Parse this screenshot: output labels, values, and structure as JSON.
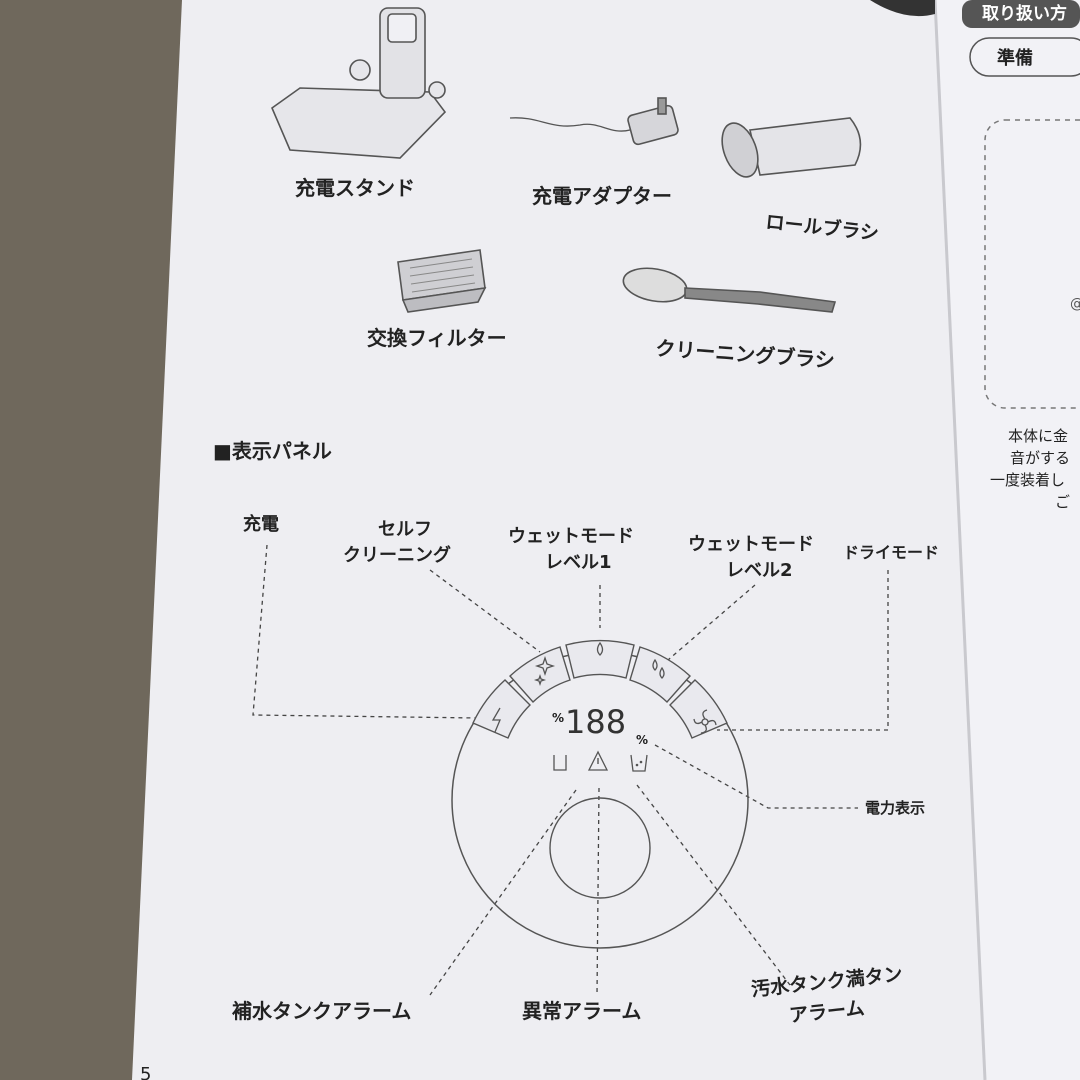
{
  "accessories": {
    "stand": "充電スタンド",
    "adapter": "充電アダプター",
    "roll_brush": "ロールブラシ",
    "filter": "交換フィルター",
    "cleaning_brush": "クリーニングブラシ"
  },
  "panel": {
    "heading": "■表示パネル",
    "digits": "188",
    "percent": "%",
    "labels": {
      "charge": "充電",
      "self_clean_1": "セルフ",
      "self_clean_2": "クリーニング",
      "wet1_1": "ウェットモード",
      "wet1_2": "レベル1",
      "wet2_1": "ウェットモード",
      "wet2_2": "レベル2",
      "dry": "ドライモード",
      "power": "電力表示",
      "water_alarm": "補水タンクアラーム",
      "error_alarm": "異常アラーム",
      "dirty_1": "汚水タンク満タン",
      "dirty_2": "アラーム"
    }
  },
  "right_page": {
    "tab": "取り扱い方",
    "section": "準備",
    "lines": [
      "本体に金",
      "音がする",
      "一度装着し",
      "ご"
    ]
  },
  "page_number": "5"
}
